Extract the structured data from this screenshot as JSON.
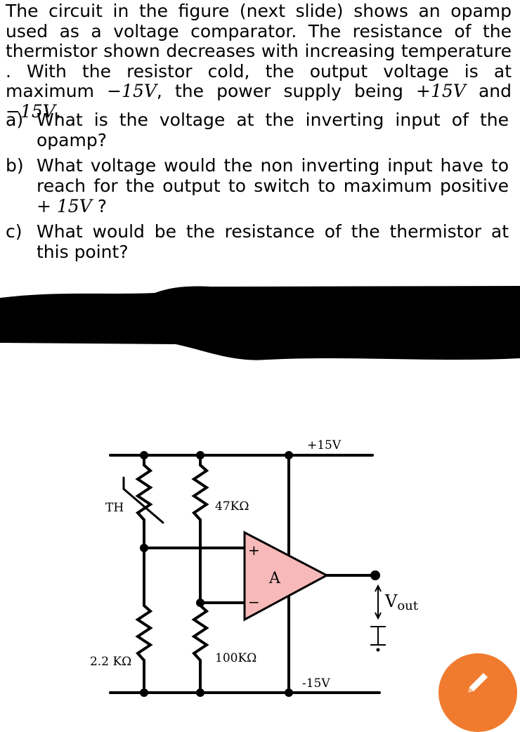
{
  "question": {
    "line1": "The circuit in the figure (next slide) shows an opamp used as a voltage comparator. The resistance of the thermistor shown decreases with increasing temperature . With the resistor cold, the output voltage is at maximum ",
    "max_voltage": "−15V",
    "mid": ", the power supply being ",
    "supply_pos": "+15V",
    "and": " and ",
    "supply_neg": "−15V",
    "end": "."
  },
  "items": [
    {
      "marker": "a)",
      "text": "What is the voltage at the inverting input of the opamp?"
    },
    {
      "marker": "b)",
      "text_before": "What voltage would the non inverting input have to reach for the output to switch to maximum positive ",
      "math": "+ 15V",
      "text_after": " ?"
    },
    {
      "marker": "c)",
      "text": "What would be the resistance of the thermistor at this point?"
    }
  ],
  "circuit": {
    "supply_pos": "+15V",
    "supply_neg": "-15V",
    "thermistor_label": "TH",
    "r_top_right": "47KΩ",
    "r_bottom_left": "2.2 KΩ",
    "r_bottom_right": "100KΩ",
    "opamp_label": "A",
    "plus": "+",
    "minus": "−",
    "output_label": "V",
    "output_sub": "out",
    "opamp_fill": "#f7b9b9"
  },
  "icons": {
    "edit": "pencil-icon"
  }
}
